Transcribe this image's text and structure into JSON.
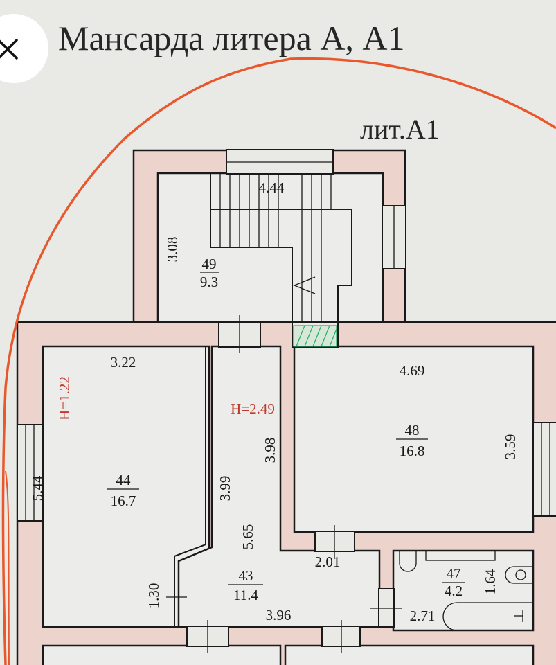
{
  "title": "Мансарда литера А, А1",
  "subtitle": "лит.А1",
  "close_button": {
    "icon": "close-icon"
  },
  "outline_color": "#e8582c",
  "labels": {
    "stair_width": "4.44",
    "room49_height_dim": "3.08",
    "room49_number": "49",
    "room49_area": "9.3",
    "room44_width": "3.22",
    "ceiling_h1": "H=1.22",
    "ceiling_h2": "H=2.49",
    "room48_width": "4.69",
    "room48_number": "48",
    "room48_area": "16.8",
    "room48_depth": "3.59",
    "room44_depth": "5.44",
    "room44_number": "44",
    "room44_area": "16.7",
    "corridor_dim1": "3.99",
    "corridor_dim2": "3.98",
    "corridor_dim3": "5.65",
    "room43_dim_a": "2.01",
    "room47_number": "47",
    "room47_area": "4.2",
    "room47_depth": "1.64",
    "room43_number": "43",
    "room43_area": "11.4",
    "room43_dim_b": "1.30",
    "room43_width": "3.96",
    "room47_width": "2.71"
  }
}
